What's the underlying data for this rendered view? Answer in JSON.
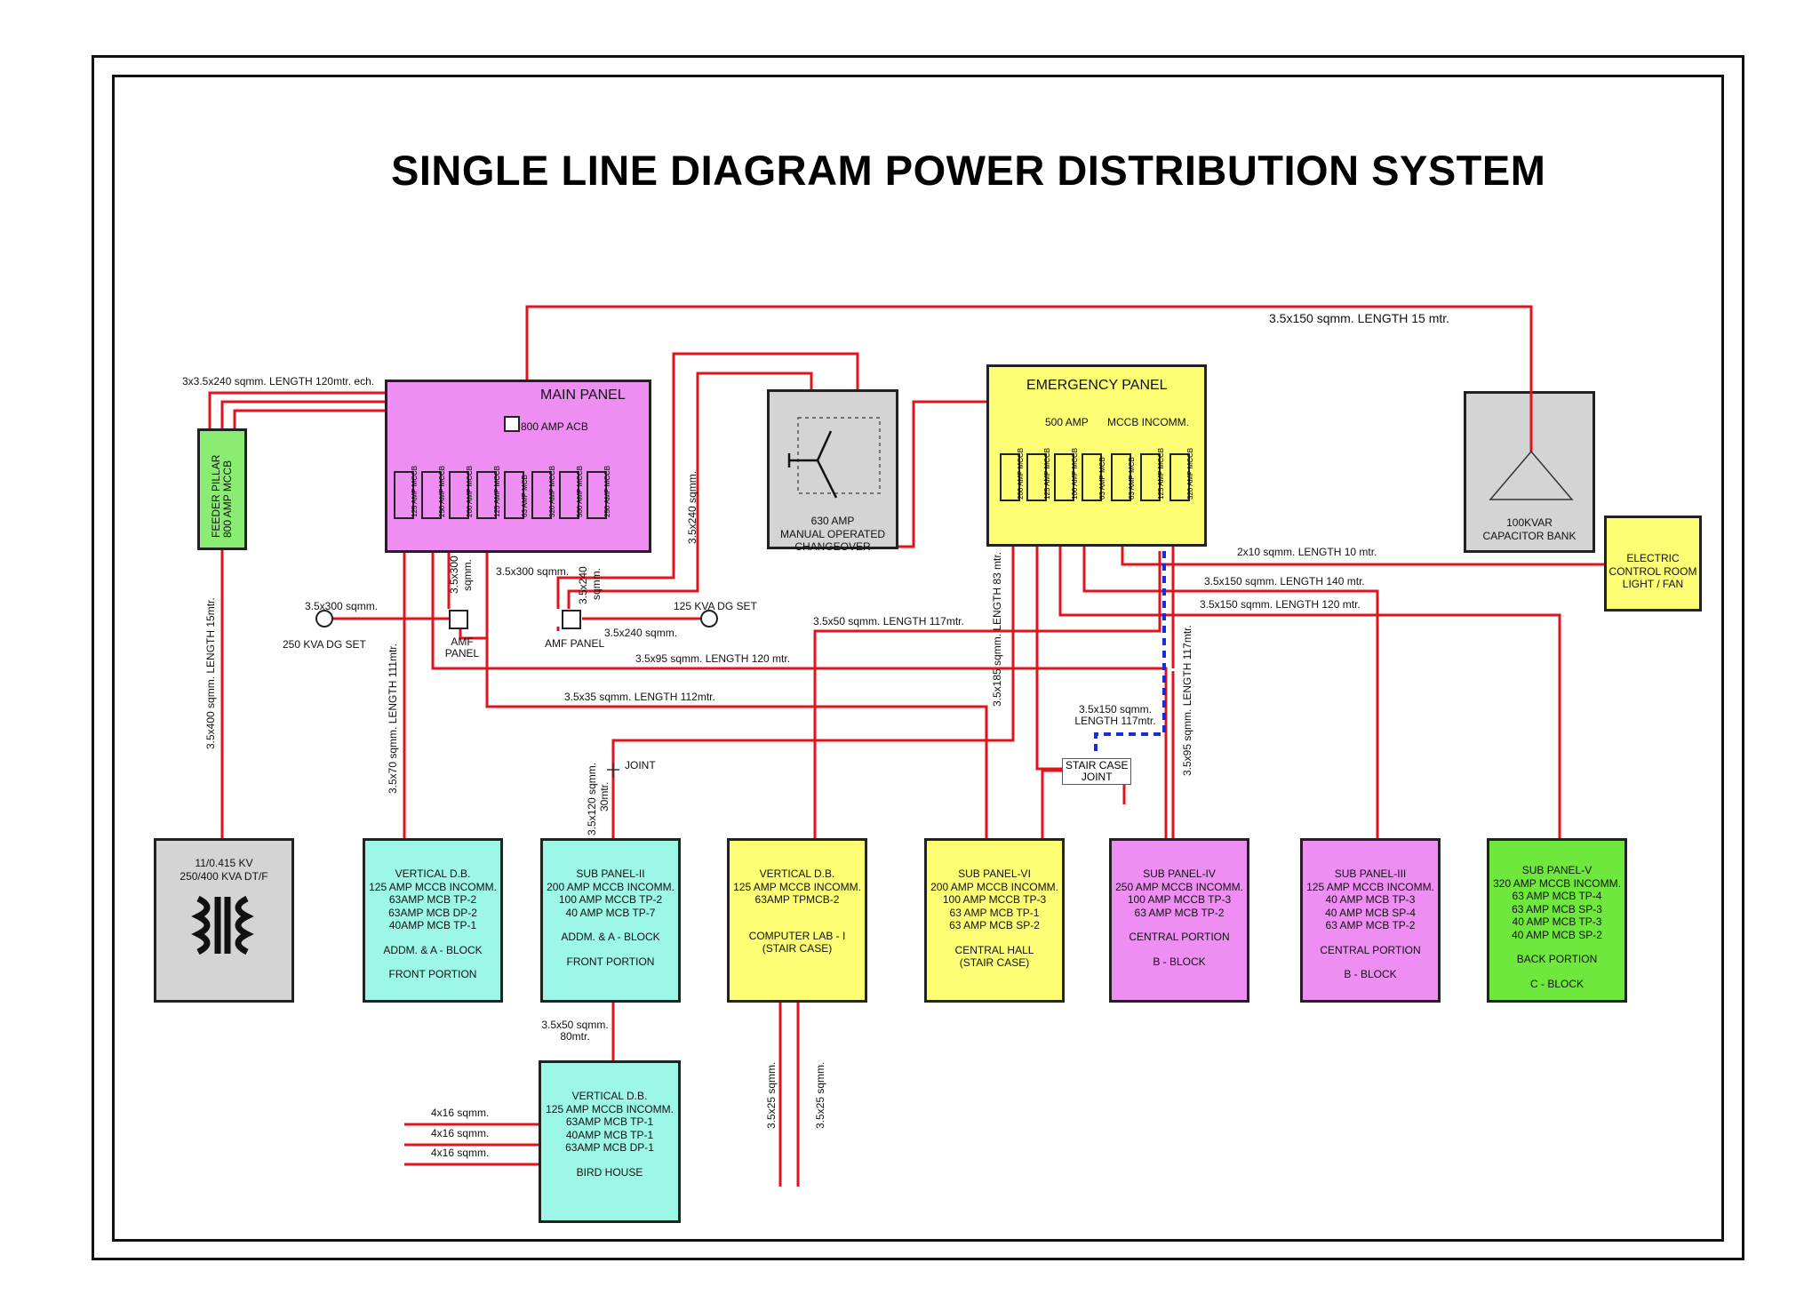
{
  "title": "SINGLE LINE DIAGRAM POWER DISTRIBUTION SYSTEM",
  "colors": {
    "wire": "#e0141c",
    "dashed_link": "#1a2bd8",
    "main_panel": "#ee8df2",
    "feeder_pillar": "#8aec72",
    "grey_box": "#d4d4d4",
    "aqua_box": "#9cf7e6",
    "yellow_box": "#fefe75",
    "violet_box": "#ee8df2",
    "green_box": "#6fe83e"
  },
  "main_panel": {
    "title": "MAIN PANEL",
    "acb": "800 AMP ACB",
    "breakers": [
      "125 AMP MCCB",
      "250 AMP MCCB",
      "200 AMP MCCB",
      "125 AMP MCCB",
      "63 AMP MCB",
      "320 AMP MCCB",
      "500 AMP MCCB",
      "250 AMP MCCB"
    ]
  },
  "feeder_pillar": {
    "line1": "FEEDER PILLAR",
    "line2": "800 AMP MCCB"
  },
  "changeover": {
    "line1": "630 AMP",
    "line2": "MANUAL OPERATED",
    "line3": "CHANGEOVER"
  },
  "emergency_panel": {
    "title": "EMERGENCY PANEL",
    "incomer_a": "500 AMP",
    "incomer_b": "MCCB INCOMM.",
    "breakers": [
      "200 AMP MCCB",
      "125 AMP MCCB",
      "100 AMP MCCB",
      "63 AMP MCB",
      "63 AMP MCB",
      "125 AMP MCCB",
      "320 AMP MCCB"
    ]
  },
  "capacitor_bank": {
    "line1": "100KVAR",
    "line2": "CAPACITOR BANK"
  },
  "control_room": {
    "line1": "ELECTRIC",
    "line2": "CONTROL ROOM",
    "line3": "LIGHT / FAN"
  },
  "transformer": {
    "line1": "11/0.415 KV",
    "line2": "250/400 KVA DT/F"
  },
  "dg_sets": {
    "left": "250 KVA DG SET",
    "right": "125 KVA DG SET"
  },
  "amf": {
    "left": "AMF PANEL",
    "right": "AMF PANEL"
  },
  "stair_joint": {
    "line1": "STAIR CASE",
    "line2": "JOINT"
  },
  "joint": "JOINT",
  "cables": {
    "capacitor": "3.5x150 sqmm. LENGTH  15 mtr.",
    "feeder_in": "3x3.5x240 sqmm. LENGTH  120mtr. ech.",
    "transformer_feed": "3.5x400 sqmm. LENGTH  15mtr.",
    "dg_left_in": "3.5x300 sqmm.",
    "amf_left_a": "3.5x300",
    "amf_left_b": "sqmm.",
    "amf_mid": "3.5x300 sqmm.",
    "amf_right_a": "3.5x240",
    "amf_right_b": "sqmm.",
    "dg_right_in": "3.5x240 sqmm.",
    "changeover_vert": "3.5x240 sqmm.",
    "vdb_front": "3.5x70 sqmm. LENGTH  111mtr.",
    "sub_ii": "3.5x120 sqmm.",
    "sub_ii_len": "30mtr.",
    "comp_lab": "3.5x50 sqmm. LENGTH  117mtr.",
    "sub_vi": "3.5x185 sqmm. LENGTH  83 mtr.",
    "sub_iv": "3.5x95 sqmm. LENGTH 117mtr.",
    "stair_link_a": "3.5x150 sqmm.",
    "stair_link_b": "LENGTH  117mtr.",
    "control_room": "2x10 sqmm. LENGTH  10 mtr.",
    "sub_v": "3.5x150 sqmm. LENGTH  140 mtr.",
    "sub_iii": "3.5x150 sqmm. LENGTH  120 mtr.",
    "h95": "3.5x95 sqmm. LENGTH  120 mtr.",
    "h35": "3.5x35 sqmm. LENGTH  112mtr.",
    "bird_house_a": "3.5x50 sqmm.",
    "bird_house_b": "80mtr.",
    "bird_out_1": "4x16 sqmm.",
    "bird_out_2": "4x16 sqmm.",
    "bird_out_3": "4x16 sqmm.",
    "comp_out_1": "3.5x25 sqmm.",
    "comp_out_2": "3.5x25 sqmm."
  },
  "boxes": {
    "vdb_front": [
      "VERTICAL D.B.",
      "125 AMP MCCB INCOMM.",
      "63AMP MCB TP-2",
      "63AMP MCB DP-2",
      "40AMP MCB TP-1",
      "ADDM. & A - BLOCK",
      "FRONT PORTION"
    ],
    "sub_ii": [
      "SUB PANEL-II",
      "200 AMP MCCB INCOMM.",
      "100 AMP MCCB TP-2",
      "40 AMP MCB TP-7",
      "ADDM. & A - BLOCK",
      "FRONT PORTION"
    ],
    "comp_lab": [
      "VERTICAL D.B.",
      "125 AMP MCCB INCOMM.",
      "63AMP TPMCB-2",
      "COMPUTER LAB - I",
      "(STAIR CASE)"
    ],
    "sub_vi": [
      "SUB PANEL-VI",
      "200 AMP MCCB INCOMM.",
      "100 AMP MCCB TP-3",
      "63 AMP MCB TP-1",
      "63 AMP MCB SP-2",
      "CENTRAL HALL",
      "(STAIR CASE)"
    ],
    "sub_iv": [
      "SUB PANEL-IV",
      "250 AMP MCCB INCOMM.",
      "100 AMP MCCB TP-3",
      "63 AMP MCB TP-2",
      "CENTRAL PORTION",
      "B - BLOCK"
    ],
    "sub_iii": [
      "SUB PANEL-III",
      "125 AMP MCCB INCOMM.",
      "40 AMP MCB TP-3",
      "40 AMP MCB SP-4",
      "63 AMP MCB TP-2",
      "CENTRAL PORTION",
      "B - BLOCK"
    ],
    "sub_v": [
      "SUB PANEL-V",
      "320 AMP MCCB INCOMM.",
      "63 AMP MCB TP-4",
      "63 AMP MCB SP-3",
      "40 AMP MCB TP-3",
      "40 AMP MCB SP-2",
      "BACK PORTION",
      "C - BLOCK"
    ],
    "bird_house": [
      "VERTICAL D.B.",
      "125 AMP MCCB INCOMM.",
      "63AMP MCB TP-1",
      "40AMP MCB TP-1",
      "63AMP MCB DP-1",
      "BIRD HOUSE"
    ]
  }
}
